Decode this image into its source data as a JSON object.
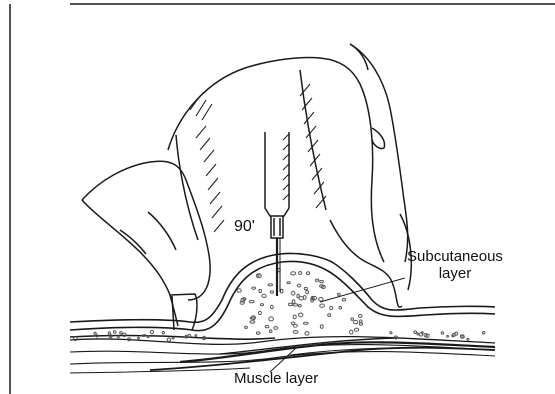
{
  "labels": {
    "angle": "90'",
    "subcutaneous_line1": "Subcutaneous",
    "subcutaneous_line2": "layer",
    "muscle": "Muscle layer"
  },
  "colors": {
    "ink": "#1a1a1a",
    "fat_dots": "#555555"
  },
  "figure": {
    "subject": "subcutaneous injection at 90 degree angle into pinched skin fold",
    "elements": [
      "frame-border",
      "left-hand",
      "right-hand",
      "syringe",
      "needle",
      "skin-fold",
      "subcutaneous-layer",
      "muscle-layer",
      "leader-lines"
    ]
  }
}
